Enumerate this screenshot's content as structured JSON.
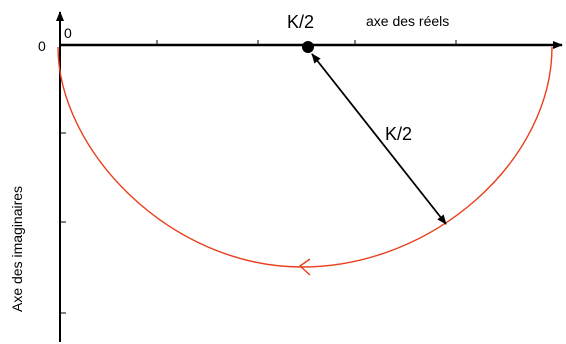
{
  "labels": {
    "origin_zero_left": "0",
    "origin_zero_right": "0",
    "center_label": "K/2",
    "radius_label": "K/2",
    "real_axis_label": "axe des réels",
    "imag_axis_label": "Axe des imaginaires"
  },
  "colors": {
    "axis": "#000000",
    "curve": "#e8401c",
    "text": "#000000"
  }
}
